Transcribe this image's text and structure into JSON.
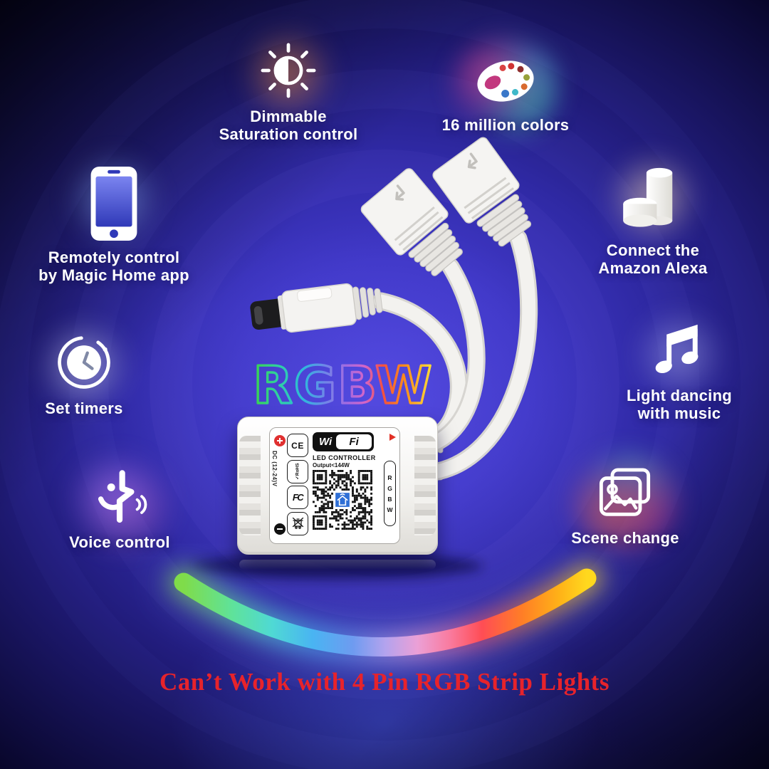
{
  "title": {
    "text": "RGBW"
  },
  "caption": {
    "text": "Can’t Work with 4 Pin RGB Strip Lights"
  },
  "device": {
    "wifi_wi": "Wi",
    "wifi_fi": "Fi",
    "product_name": "LED CONTROLLER",
    "output_rating": "Output<144W",
    "input_rating": "DC (12-24)V",
    "channels": [
      "R",
      "G",
      "B",
      "W"
    ],
    "cert_ce": "CE",
    "cert_rohs_check": "✓",
    "cert_rohs": "RoHS",
    "cert_fcc": "FC",
    "cert_icons": [
      "ce-mark-icon",
      "rohs-mark-icon",
      "fcc-mark-icon",
      "weee-bin-icon"
    ]
  },
  "features": [
    {
      "id": "dimmable",
      "icon": "brightness-icon",
      "lines": [
        "Dimmable",
        "Saturation control"
      ]
    },
    {
      "id": "colors",
      "icon": "palette-icon",
      "lines": [
        "16 million colors"
      ]
    },
    {
      "id": "remote",
      "icon": "smartphone-icon",
      "lines": [
        "Remotely control",
        "by Magic Home app"
      ]
    },
    {
      "id": "alexa",
      "icon": "alexa-speakers-icon",
      "lines": [
        "Connect the",
        "Amazon Alexa"
      ]
    },
    {
      "id": "timers",
      "icon": "clock-icon",
      "lines": [
        "Set timers"
      ]
    },
    {
      "id": "music",
      "icon": "music-note-icon",
      "lines": [
        "Light dancing",
        "with music"
      ]
    },
    {
      "id": "voice",
      "icon": "voice-control-icon",
      "lines": [
        "Voice control"
      ]
    },
    {
      "id": "scene",
      "icon": "scene-photos-icon",
      "lines": [
        "Scene change"
      ]
    }
  ],
  "colors": {
    "background_indigo": "#4038c8",
    "caption_red": "#e7232b",
    "label_text": "#ffffff",
    "rainbow_arc": [
      "#7fdc4a",
      "#4fd9d4",
      "#49b4f2",
      "#b3a3ee",
      "#f97b9f",
      "#ff4d55",
      "#ff7e26",
      "#ffd81e"
    ],
    "rgbw_gradient": [
      "#39d44a",
      "#2fb8dc",
      "#a36ae0",
      "#f4503f",
      "#ffe238"
    ]
  }
}
